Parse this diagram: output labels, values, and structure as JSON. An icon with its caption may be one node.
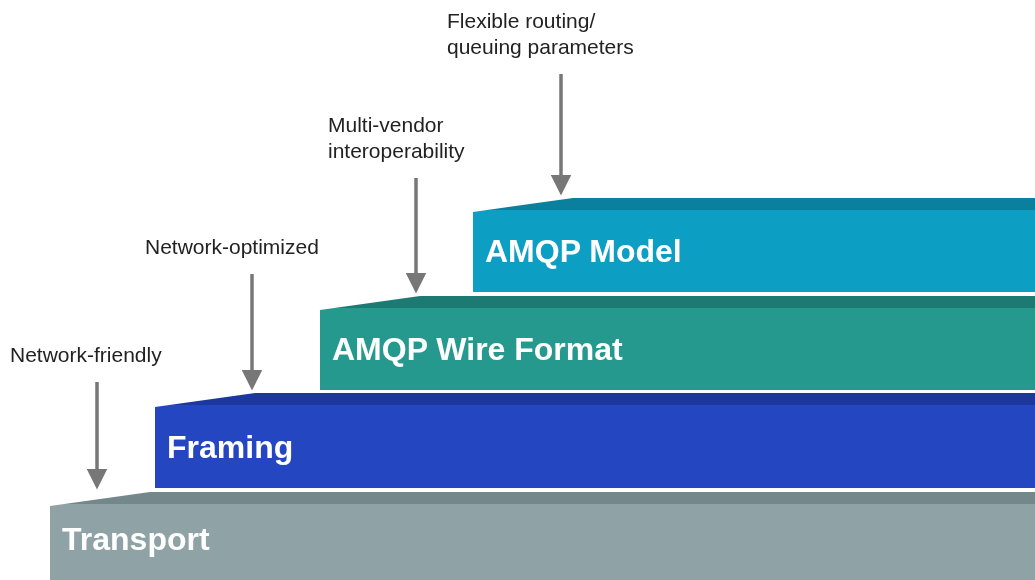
{
  "diagram": {
    "nodes": [
      {
        "text": [
          "Flexible routing/ queuing parameters"
        ]
      },
      {
        "text": [
          "Multi-vendor interoperability"
        ]
      },
      {
        "text": [
          "Network-optimized"
        ]
      },
      {
        "text": [
          "Network-friendly"
        ]
      },
      {
        "text": [
          "AMQP Model"
        ]
      },
      {
        "text": [
          "AMQP Wire Format"
        ]
      },
      {
        "text": [
          "Framing"
        ]
      },
      {
        "text": [
          "Transport"
        ]
      }
    ],
    "edges": [
      {
        "from": 0,
        "to": 4,
        "arrow": "to"
      },
      {
        "from": 1,
        "to": 5,
        "arrow": "to"
      },
      {
        "from": 2,
        "to": 6,
        "arrow": "to"
      },
      {
        "from": 3,
        "to": 7,
        "arrow": "to"
      }
    ]
  }
}
